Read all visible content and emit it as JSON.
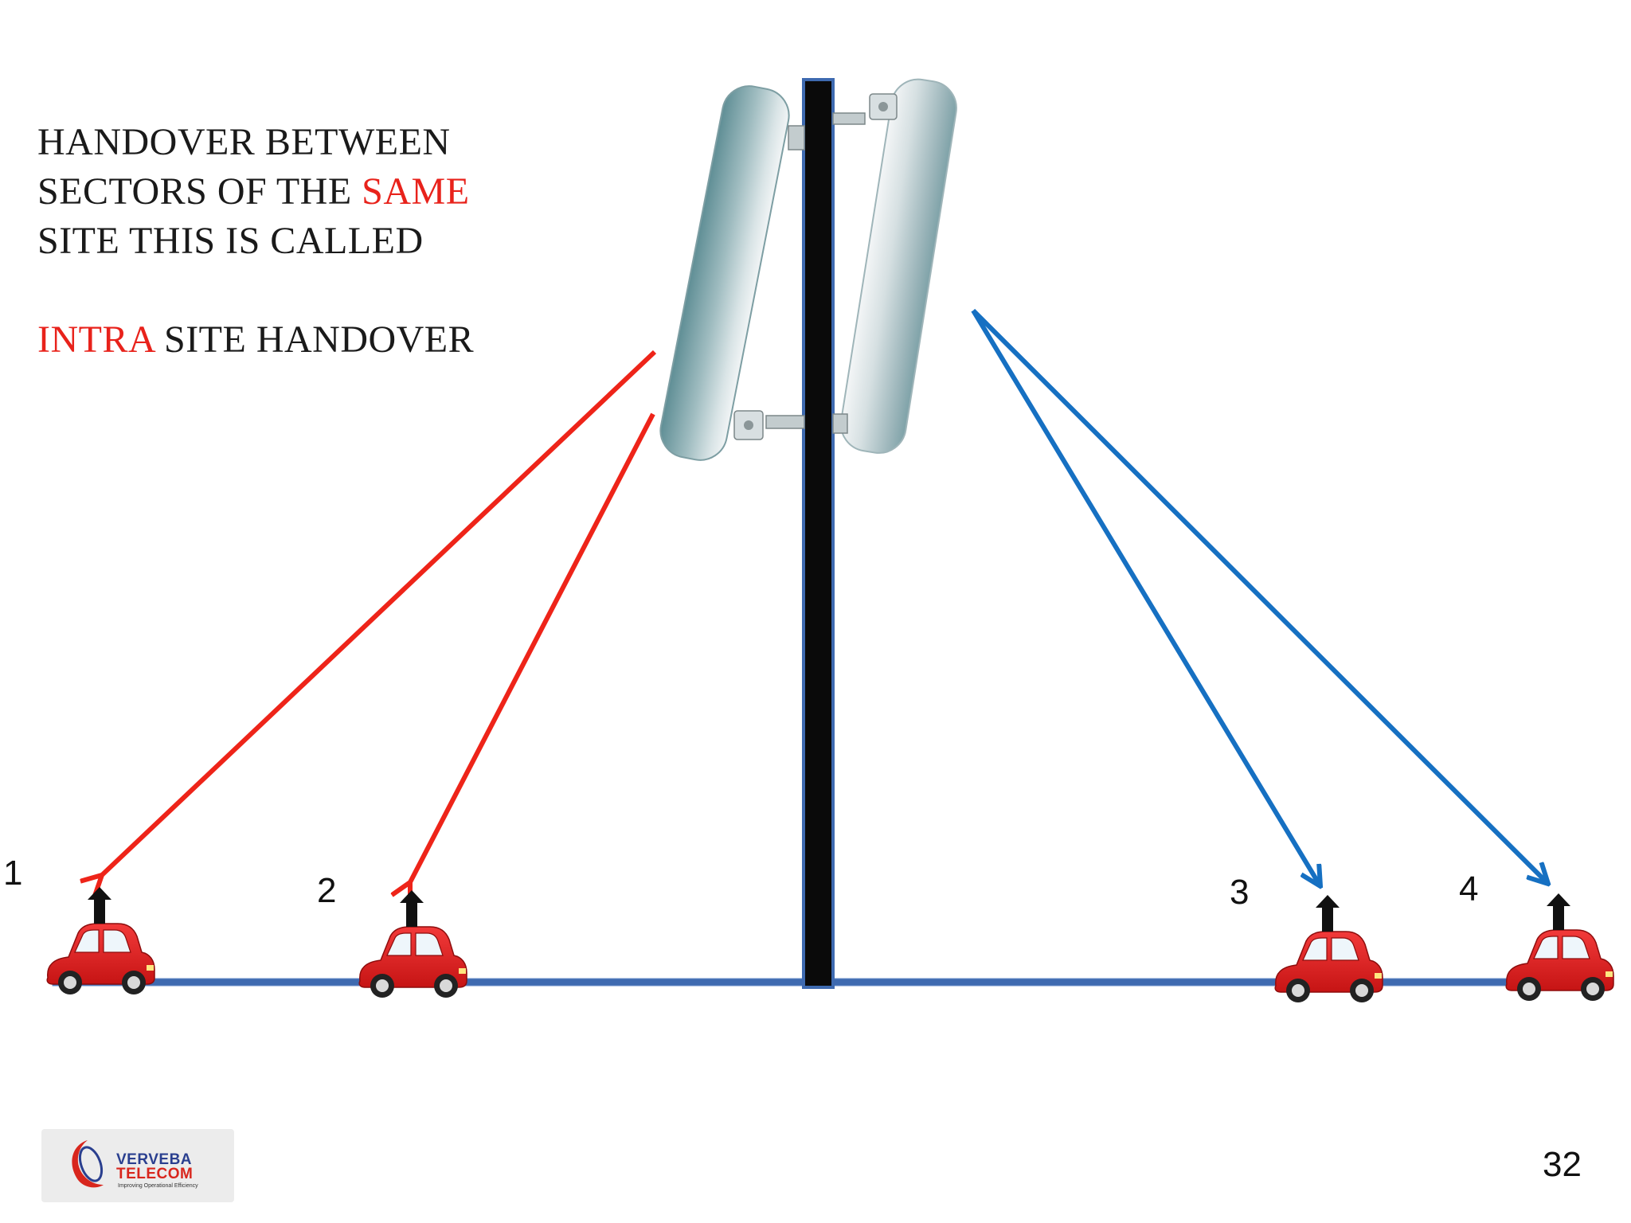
{
  "title": {
    "line1": "HANDOVER BETWEEN",
    "line2_before": "SECTORS OF THE ",
    "line2_accent": "SAME",
    "line3": "SITE THIS IS CALLED",
    "line4_accent": "INTRA",
    "line4_after": " SITE HANDOVER"
  },
  "cars": [
    {
      "label": "1"
    },
    {
      "label": "2"
    },
    {
      "label": "3"
    },
    {
      "label": "4"
    }
  ],
  "page_number": "32",
  "logo": {
    "name_line1": "VERVEBA",
    "name_line2": "TELECOM",
    "tagline": "Improving Operational Efficiency"
  },
  "colors": {
    "accent_red": "#e8221b",
    "arrow_red": "#ee2419",
    "arrow_blue": "#1670c2",
    "road": "#3e6ab0",
    "car_body": "#e02020"
  }
}
